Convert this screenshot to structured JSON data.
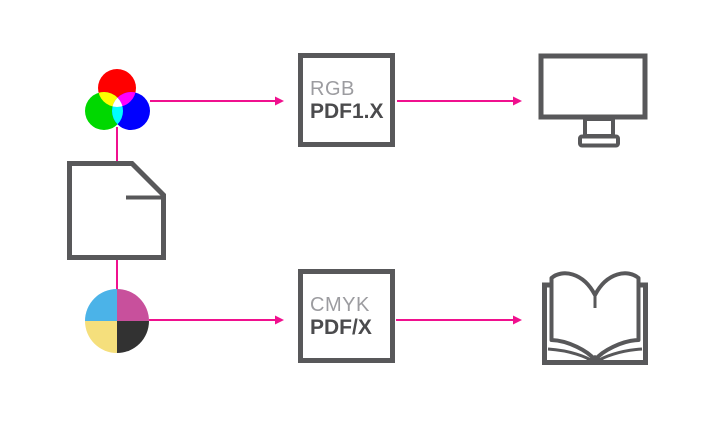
{
  "diagram": {
    "accent_color": "#f0108e",
    "outline_color": "#58585a",
    "background_color": "#ffffff",
    "source": {
      "icon": "document-icon"
    },
    "rgb_flow": {
      "input_icon": "rgb-additive-circles-icon",
      "box": {
        "format_label": "RGB",
        "standard_label": "PDF1.X"
      },
      "output_icon": "monitor-icon"
    },
    "cmyk_flow": {
      "input_icon": "cmyk-wheel-icon",
      "box": {
        "format_label": "CMYK",
        "standard_label": "PDF/X"
      },
      "output_icon": "book-icon"
    },
    "colors": {
      "rgb": {
        "red": "#ff0000",
        "green": "#00d800",
        "blue": "#0000ff",
        "red_green_overlap": "#ffff00",
        "red_blue_overlap": "#ff00ff",
        "green_blue_overlap": "#00ffff",
        "center_overlap": "#ffffff"
      },
      "cmyk": {
        "cyan": "#4bb3e8",
        "magenta": "#c8509c",
        "yellow": "#f5df7c",
        "black": "#323232"
      }
    },
    "box_text_colors": {
      "format": "#9c9ca0",
      "standard": "#4b4b4d"
    }
  }
}
